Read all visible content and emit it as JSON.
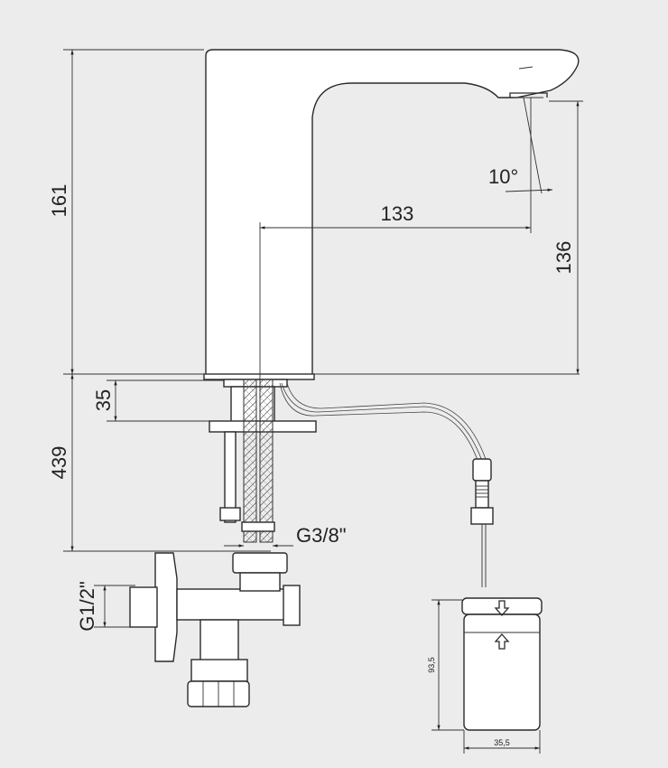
{
  "dimensions": {
    "height_total": "161",
    "spout_reach": "133",
    "spout_height": "136",
    "angle": "10°",
    "thickness": "35",
    "hose_length": "439",
    "thread_small": "G3/8\"",
    "thread_large": "G1/2\"",
    "box_height": "93,5",
    "box_width": "35,5"
  },
  "icons": [
    "arrow-down-icon",
    "arrow-up-icon"
  ]
}
